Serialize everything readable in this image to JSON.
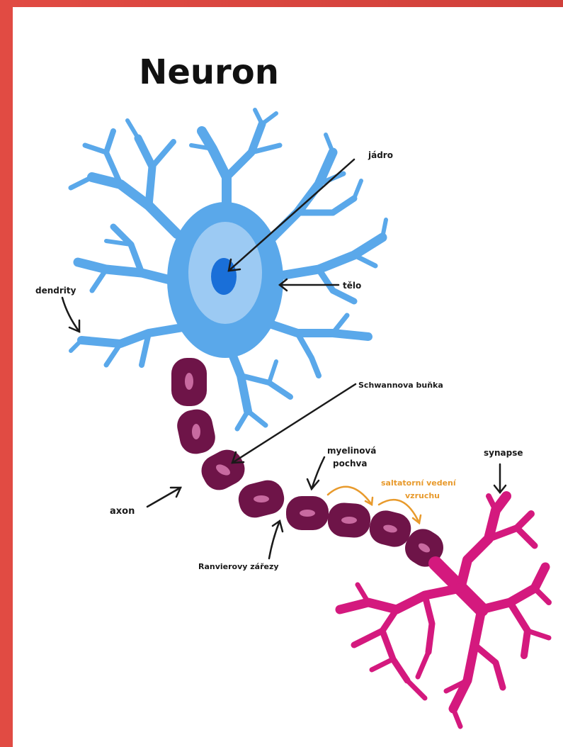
{
  "diagram": {
    "title": "Neuron",
    "labels": {
      "jadro": "jádro",
      "telo": "tělo",
      "dendrity": "dendrity",
      "schwannova": "Schwannova buňka",
      "myelinova_1": "myelinová",
      "myelinova_2": "pochva",
      "saltatorni_1": "saltatorní vedení",
      "saltatorni_2": "vzruchu",
      "synapse": "synapse",
      "axon": "axon",
      "ranvierovy": "Ranvierovy zářezy"
    },
    "colors": {
      "frame": "#d9453f",
      "soma": "#5aa8ea",
      "soma_inner": "#9ccaf3",
      "nucleus": "#1a6fd8",
      "myelin": "#6e1448",
      "myelin_spot": "#c86aa0",
      "terminal": "#d4197e",
      "saltatory": "#e89a2c"
    }
  }
}
